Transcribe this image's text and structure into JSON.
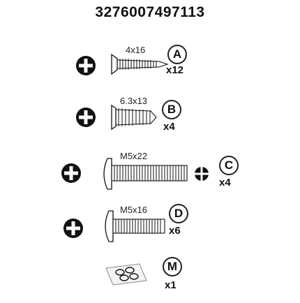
{
  "part_number": "3276007497113",
  "icons": {
    "drive": "phillips-drive-icon",
    "small_drive": "phillips-head-top-icon"
  },
  "parts": [
    {
      "size": "4x16",
      "letter": "A",
      "qty": "x12"
    },
    {
      "size": "6.3x13",
      "letter": "B",
      "qty": "x4"
    },
    {
      "size": "M5x22",
      "letter": "C",
      "qty": "x4"
    },
    {
      "size": "M5x16",
      "letter": "D",
      "qty": "x6"
    },
    {
      "letter": "M",
      "qty": "x1"
    }
  ]
}
